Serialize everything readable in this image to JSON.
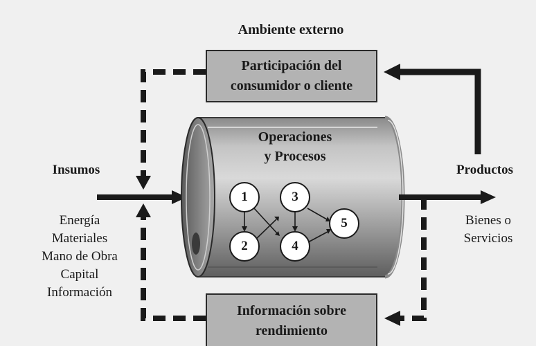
{
  "environment_label": "Ambiente externo",
  "customer_box": {
    "line1": "Participación del",
    "line2": "consumidor o cliente"
  },
  "feedback_box": {
    "line1": "Información sobre",
    "line2": "rendimiento"
  },
  "process": {
    "line1": "Operaciones",
    "line2": "y Procesos",
    "nodes": [
      "1",
      "2",
      "3",
      "4",
      "5"
    ]
  },
  "inputs": {
    "title": "Insumos",
    "items": [
      "Energía",
      "Materiales",
      "Mano de Obra",
      "Capital",
      "Información"
    ]
  },
  "outputs": {
    "title": "Productos",
    "items": [
      "Bienes o",
      "Servicios"
    ]
  },
  "colors": {
    "background": "#f0f0f0",
    "box_fill": "#b3b3b3",
    "stroke": "#1a1a1a"
  }
}
